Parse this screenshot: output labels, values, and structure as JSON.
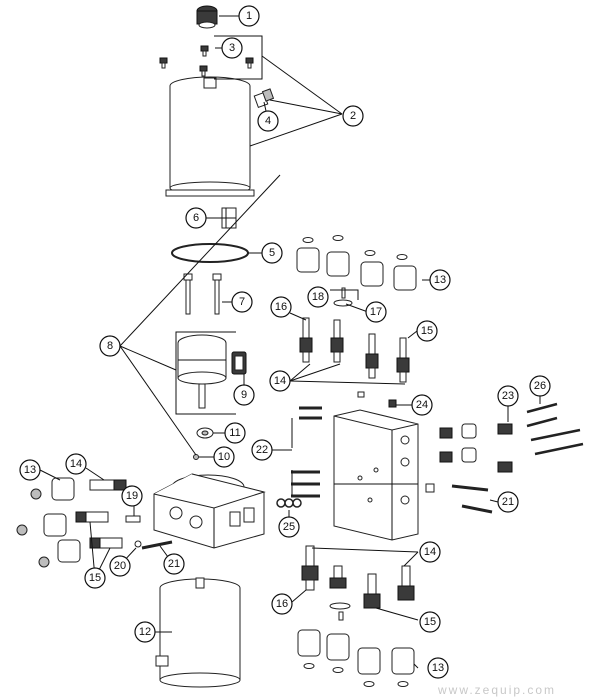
{
  "watermark": "www.zequip.com",
  "callouts": [
    "1",
    "2",
    "3",
    "4",
    "5",
    "6",
    "7",
    "8",
    "9",
    "10",
    "11",
    "12",
    "13",
    "14",
    "15",
    "16",
    "17",
    "18",
    "19",
    "20",
    "21",
    "22",
    "23",
    "24",
    "25",
    "26"
  ],
  "callouts_repeat": {
    "c13b": "13",
    "c13c": "13",
    "c14b": "14",
    "c14c": "14",
    "c15b": "15",
    "c15c": "15",
    "c16b": "16",
    "c21b": "21"
  }
}
